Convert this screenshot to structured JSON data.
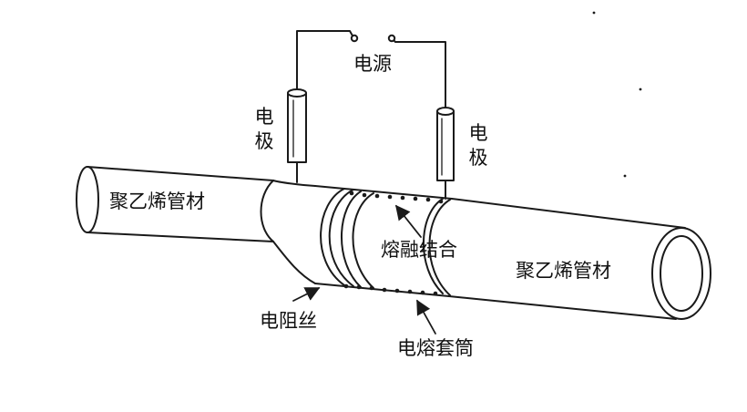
{
  "labels": {
    "power_source": "电源",
    "electrode_left": "电极",
    "electrode_right": "电极",
    "pipe_left": "聚乙烯管材",
    "pipe_right": "聚乙烯管材",
    "fusion_joint": "熔融结合",
    "resistance_wire": "电阻丝",
    "fusion_sleeve": "电熔套筒"
  },
  "colors": {
    "line": "#1a1a1a",
    "background": "#ffffff"
  }
}
